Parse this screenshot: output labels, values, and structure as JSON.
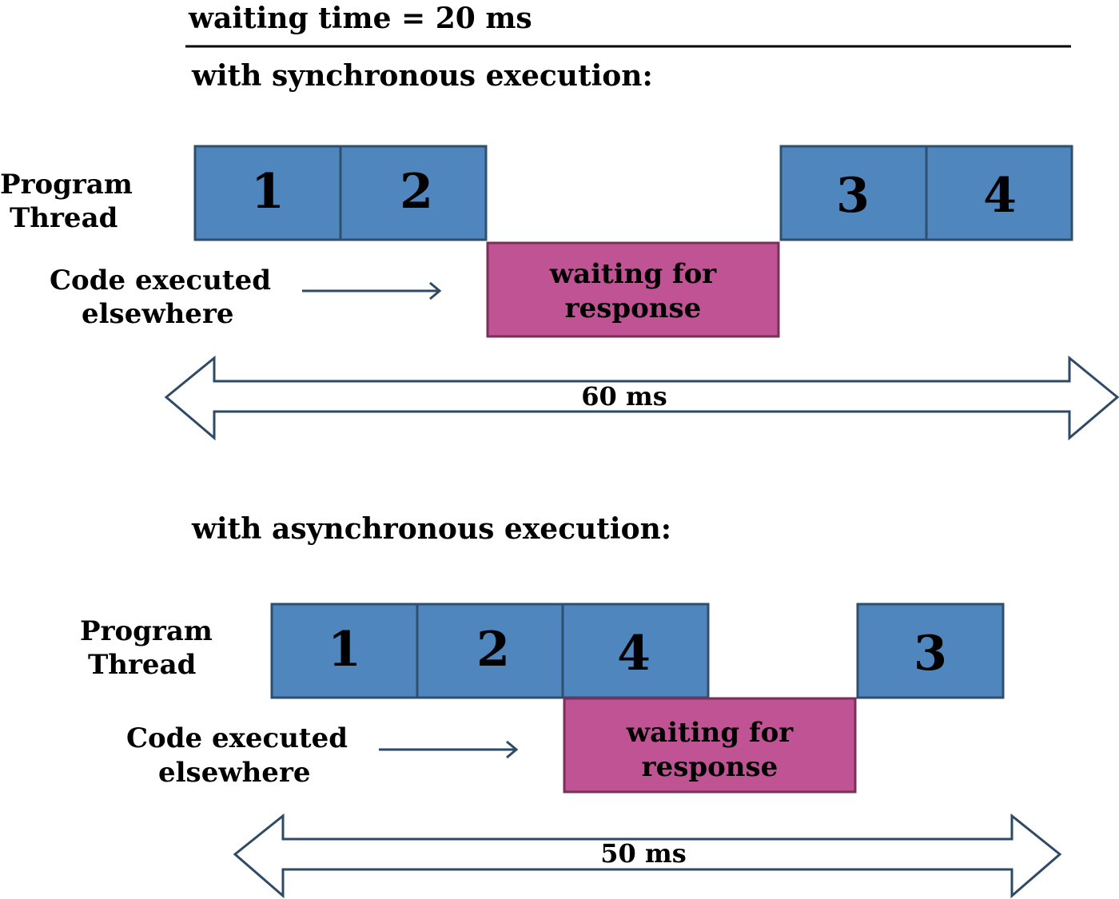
{
  "title": "waiting time = 20 ms",
  "colors": {
    "block_fill": "#4f86bd",
    "block_stroke": "#2f4f6f",
    "wait_fill": "#bf5393",
    "wait_stroke": "#7a2f5a",
    "arrow_stroke": "#2e4a66"
  },
  "sections": [
    {
      "id": "sync",
      "heading": "with synchronous execution:",
      "thread_label": [
        "Program",
        "Thread"
      ],
      "elsewhere_label": [
        "Code executed",
        "elsewhere"
      ],
      "blocks": [
        "1",
        "2",
        "3",
        "4"
      ],
      "wait_label": [
        "waiting for",
        "response"
      ],
      "duration_label": "60 ms"
    },
    {
      "id": "async",
      "heading": "with asynchronous execution:",
      "thread_label": [
        "Program",
        "Thread"
      ],
      "elsewhere_label": [
        "Code executed",
        "elsewhere"
      ],
      "blocks": [
        "1",
        "2",
        "4",
        "3"
      ],
      "wait_label": [
        "waiting for",
        "response"
      ],
      "duration_label": "50 ms"
    }
  ]
}
